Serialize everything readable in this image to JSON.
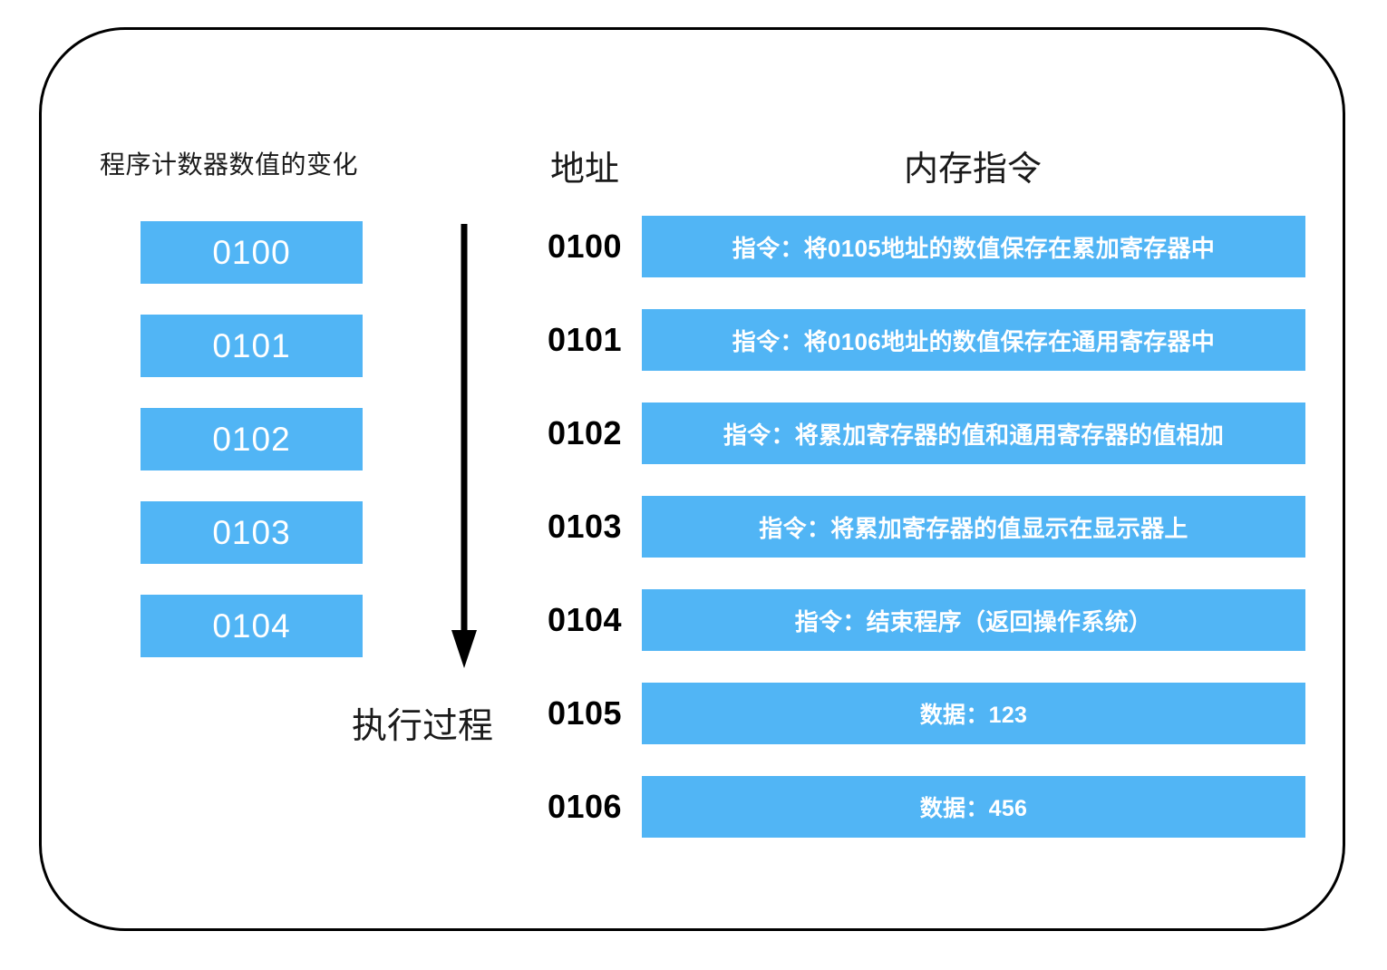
{
  "diagram": {
    "title_columns": {
      "program_counter": "程序计数器数值的变化",
      "address": "地址",
      "memory_instruction": "内存指令"
    },
    "execution_label": "执行过程",
    "arrow": {
      "name": "downward-flow-arrow",
      "direction": "down"
    },
    "colors": {
      "block_blue": "#51b5f5",
      "outline_black": "#000000",
      "block_text": "#ffffff"
    },
    "program_counter_values": [
      "0100",
      "0101",
      "0102",
      "0103",
      "0104"
    ],
    "memory_rows": [
      {
        "address": "0100",
        "content": "指令：将0105地址的数值保存在累加寄存器中",
        "kind": "instruction"
      },
      {
        "address": "0101",
        "content": "指令：将0106地址的数值保存在通用寄存器中",
        "kind": "instruction"
      },
      {
        "address": "0102",
        "content": "指令：将累加寄存器的值和通用寄存器的值相加",
        "kind": "instruction"
      },
      {
        "address": "0103",
        "content": "指令：将累加寄存器的值显示在显示器上",
        "kind": "instruction"
      },
      {
        "address": "0104",
        "content": "指令：结束程序（返回操作系统）",
        "kind": "instruction"
      },
      {
        "address": "0105",
        "content": "数据：123",
        "kind": "data"
      },
      {
        "address": "0106",
        "content": "数据：456",
        "kind": "data"
      }
    ]
  }
}
